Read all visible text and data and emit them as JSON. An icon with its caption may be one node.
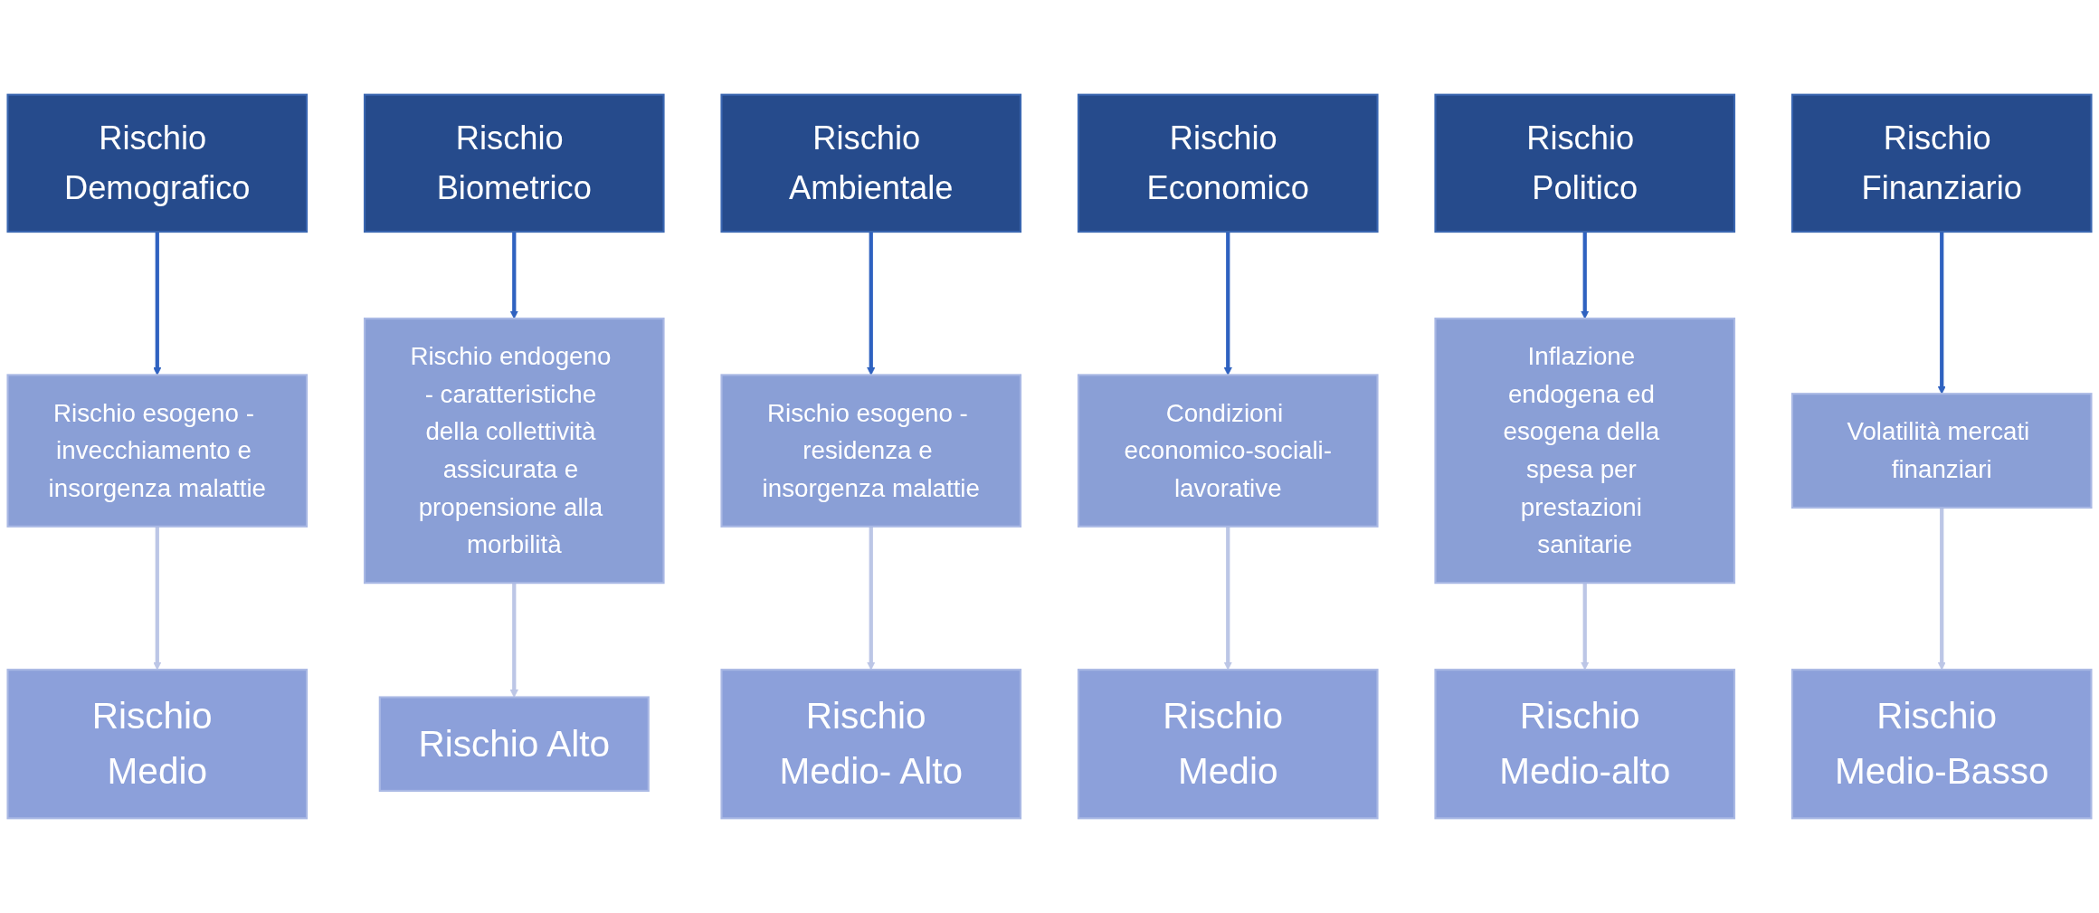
{
  "diagram": {
    "nodes": [
      {
        "text": [
          "Rischio Demografico"
        ]
      },
      {
        "text": [
          "Rischio Biometrico"
        ]
      },
      {
        "text": [
          "Rischio Ambientale"
        ]
      },
      {
        "text": [
          "Rischio Economico"
        ]
      },
      {
        "text": [
          "Rischio Politico"
        ]
      },
      {
        "text": [
          "Rischio Finanziario"
        ]
      },
      {
        "text": [
          "Rischio esogeno - invecchiamento e insorgenza malattie"
        ]
      },
      {
        "text": [
          "Rischio endogeno - caratteristiche della collettività assicurata e propensione alla morbilità"
        ]
      },
      {
        "text": [
          "Rischio esogeno - residenza e insorgenza malattie"
        ]
      },
      {
        "text": [
          "Condizioni economico-sociali-lavorative"
        ]
      },
      {
        "text": [
          "Inflazione endogena ed esogena della spesa per prestazioni sanitarie"
        ]
      },
      {
        "text": [
          "Volatilità mercati finanziari"
        ]
      },
      {
        "text": [
          "Rischio Medio"
        ]
      },
      {
        "text": [
          "Rischio Alto"
        ]
      },
      {
        "text": [
          "Rischio Medio- Alto"
        ]
      },
      {
        "text": [
          "Rischio Medio"
        ]
      },
      {
        "text": [
          "Rischio Medio-alto"
        ]
      },
      {
        "text": [
          "Rischio Medio-Basso"
        ]
      }
    ],
    "edges": [
      {
        "from": 0,
        "to": 6,
        "arrow": "to",
        "color": "#2f62c0"
      },
      {
        "from": 1,
        "to": 7,
        "arrow": "to",
        "color": "#2f62c0"
      },
      {
        "from": 2,
        "to": 8,
        "arrow": "to",
        "color": "#2f62c0"
      },
      {
        "from": 3,
        "to": 9,
        "arrow": "to",
        "color": "#2f62c0"
      },
      {
        "from": 4,
        "to": 10,
        "arrow": "to",
        "color": "#2f62c0"
      },
      {
        "from": 5,
        "to": 11,
        "arrow": "to",
        "color": "#2f62c0"
      },
      {
        "from": 6,
        "to": 12,
        "arrow": "to",
        "color": "#bcc6e6"
      },
      {
        "from": 7,
        "to": 13,
        "arrow": "to",
        "color": "#bcc6e6"
      },
      {
        "from": 8,
        "to": 14,
        "arrow": "to",
        "color": "#bcc6e6"
      },
      {
        "from": 9,
        "to": 15,
        "arrow": "to",
        "color": "#bcc6e6"
      },
      {
        "from": 10,
        "to": 16,
        "arrow": "to",
        "color": "#bcc6e6"
      },
      {
        "from": 11,
        "to": 17,
        "arrow": "to",
        "color": "#bcc6e6"
      }
    ]
  }
}
